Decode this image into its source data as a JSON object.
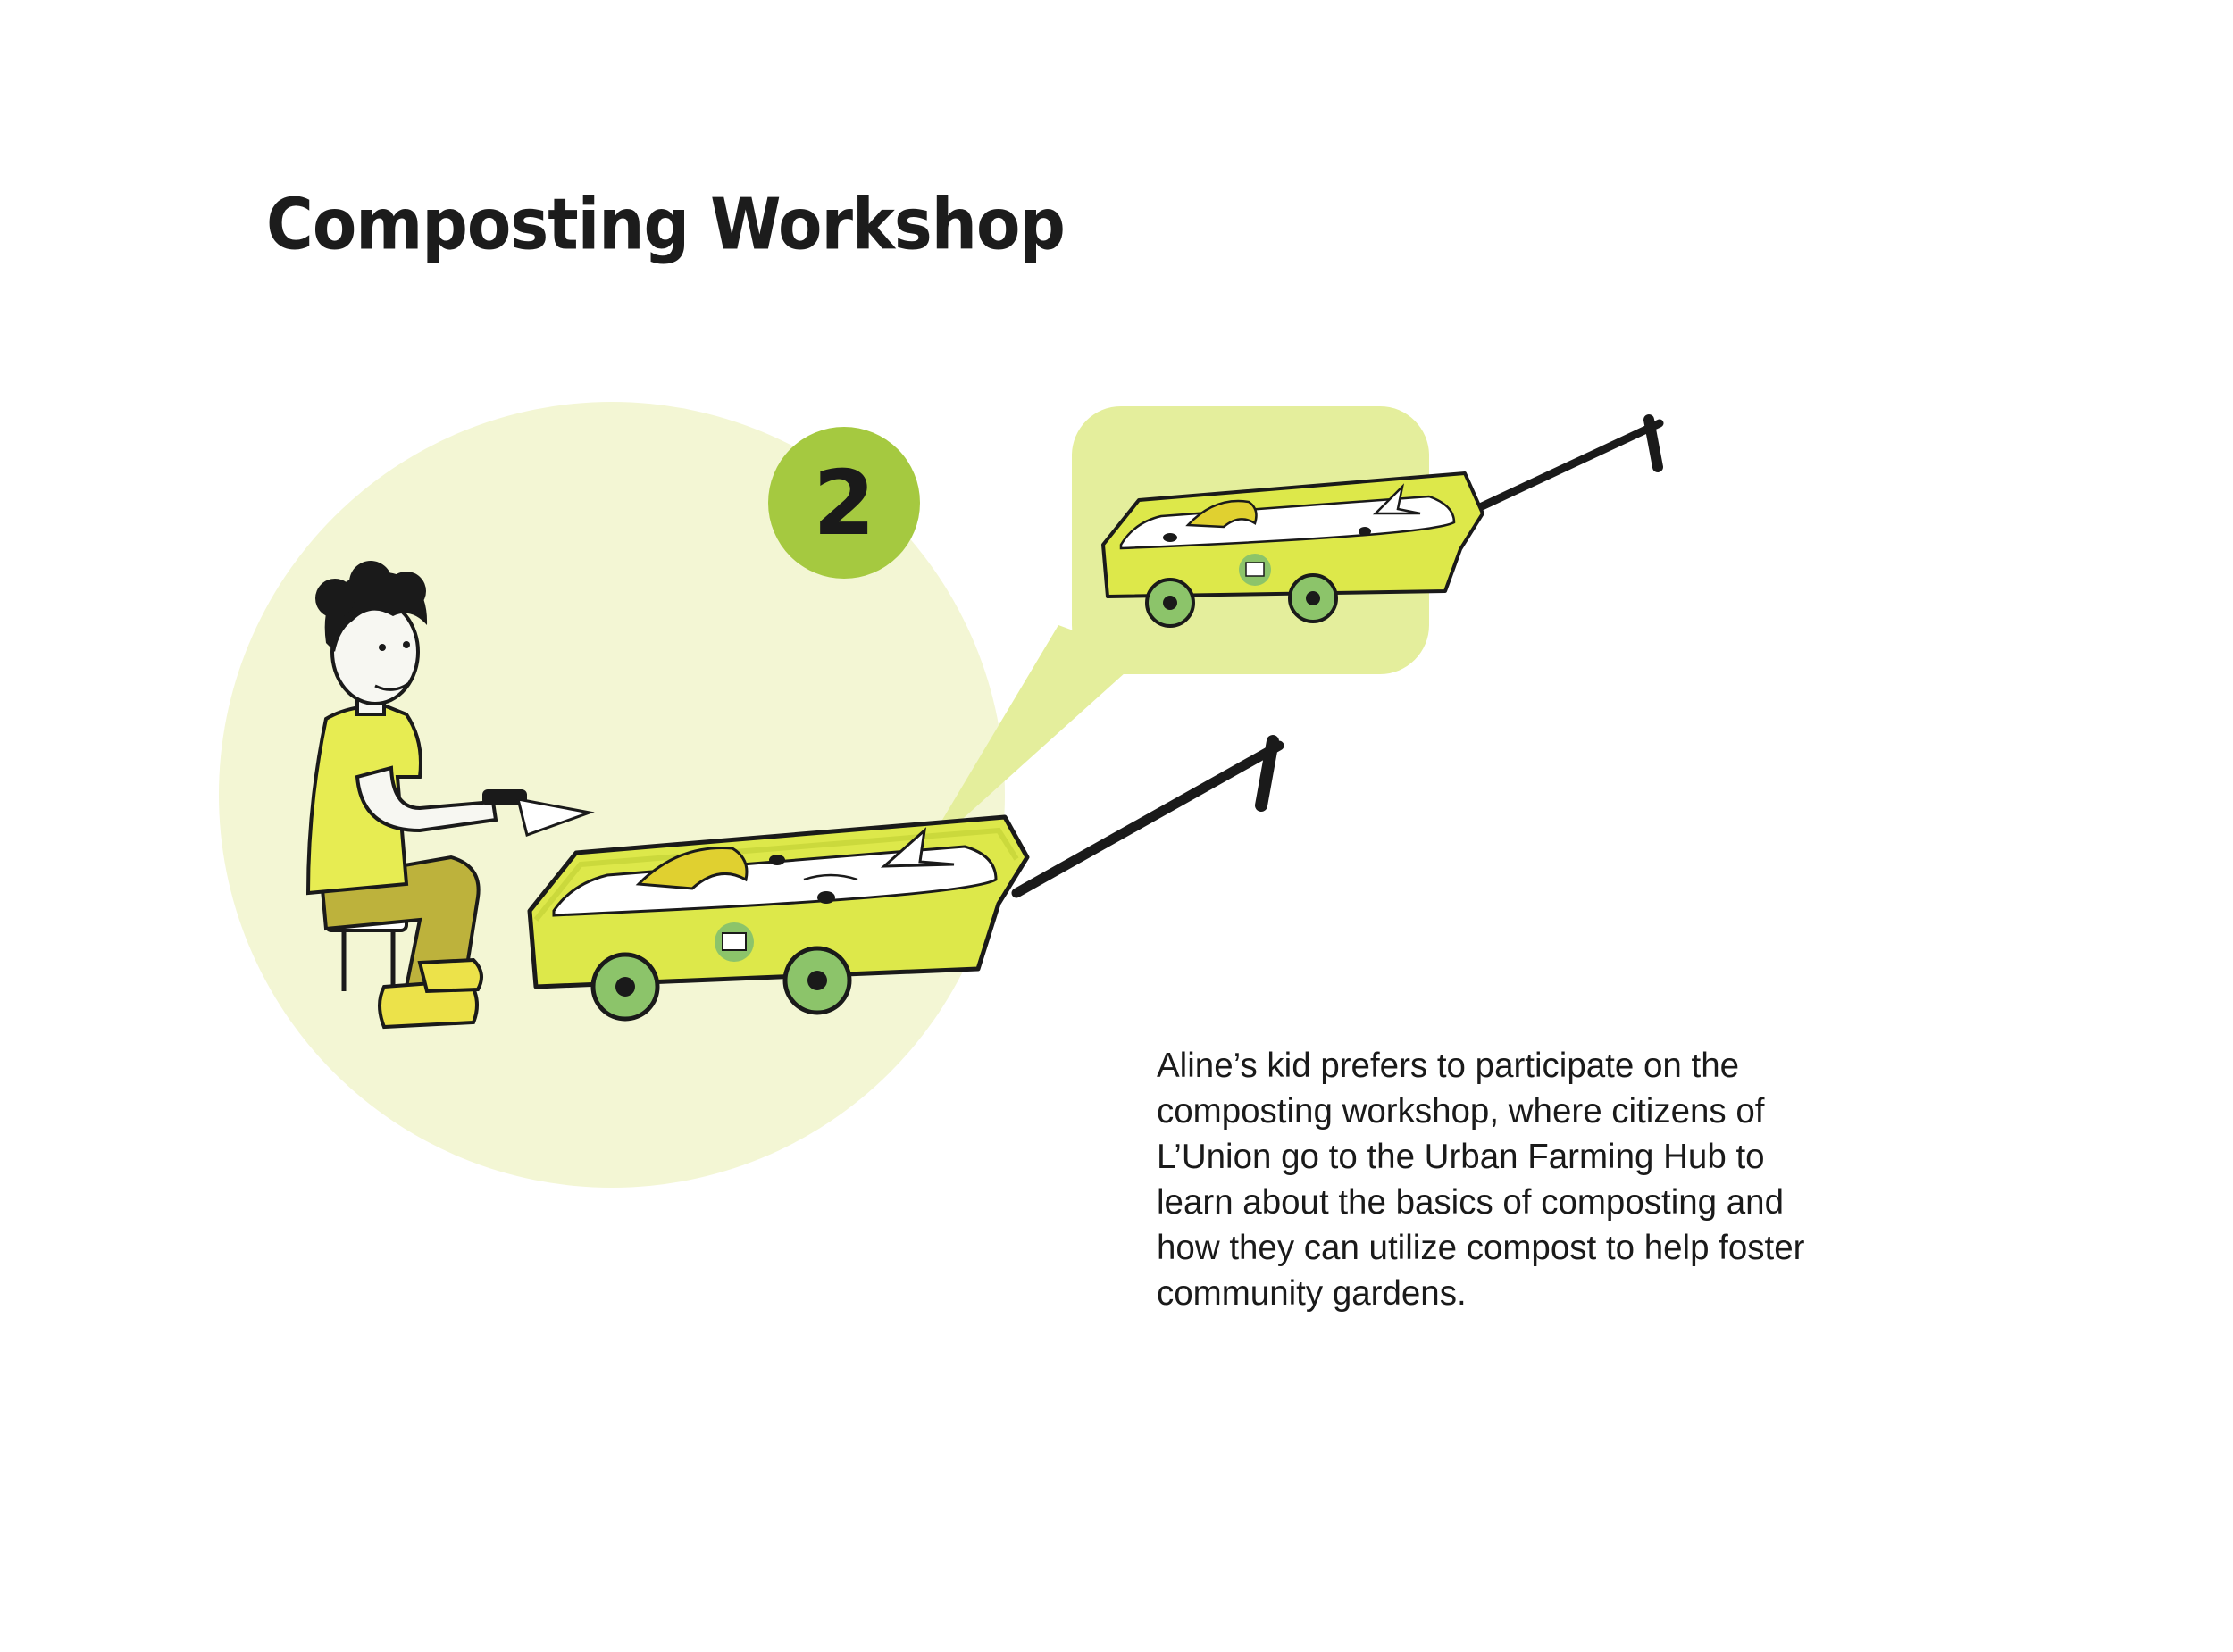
{
  "title": "Composting Workshop",
  "step": {
    "number": "2"
  },
  "description": {
    "lines": [
      "Aline’s kid prefers to participate on the",
      "composting workshop, where citizens of",
      "L’Union go to the Urban Farming Hub to",
      "learn about the basics of composting and",
      "how they can utilize compost to help foster",
      "community gardens."
    ]
  },
  "colors": {
    "circle_bg": "#f3f6d4",
    "badge": "#a5c940",
    "wagon_body": "#dde84a",
    "wagon_rim": "#cbd93c",
    "zoom_bg": "#e4ee9c",
    "wheel": "#8cc46a",
    "shirt": "#e7ec52",
    "pants": "#bdb23c",
    "shoes": "#ece24a",
    "text": "#1a1a1a"
  }
}
